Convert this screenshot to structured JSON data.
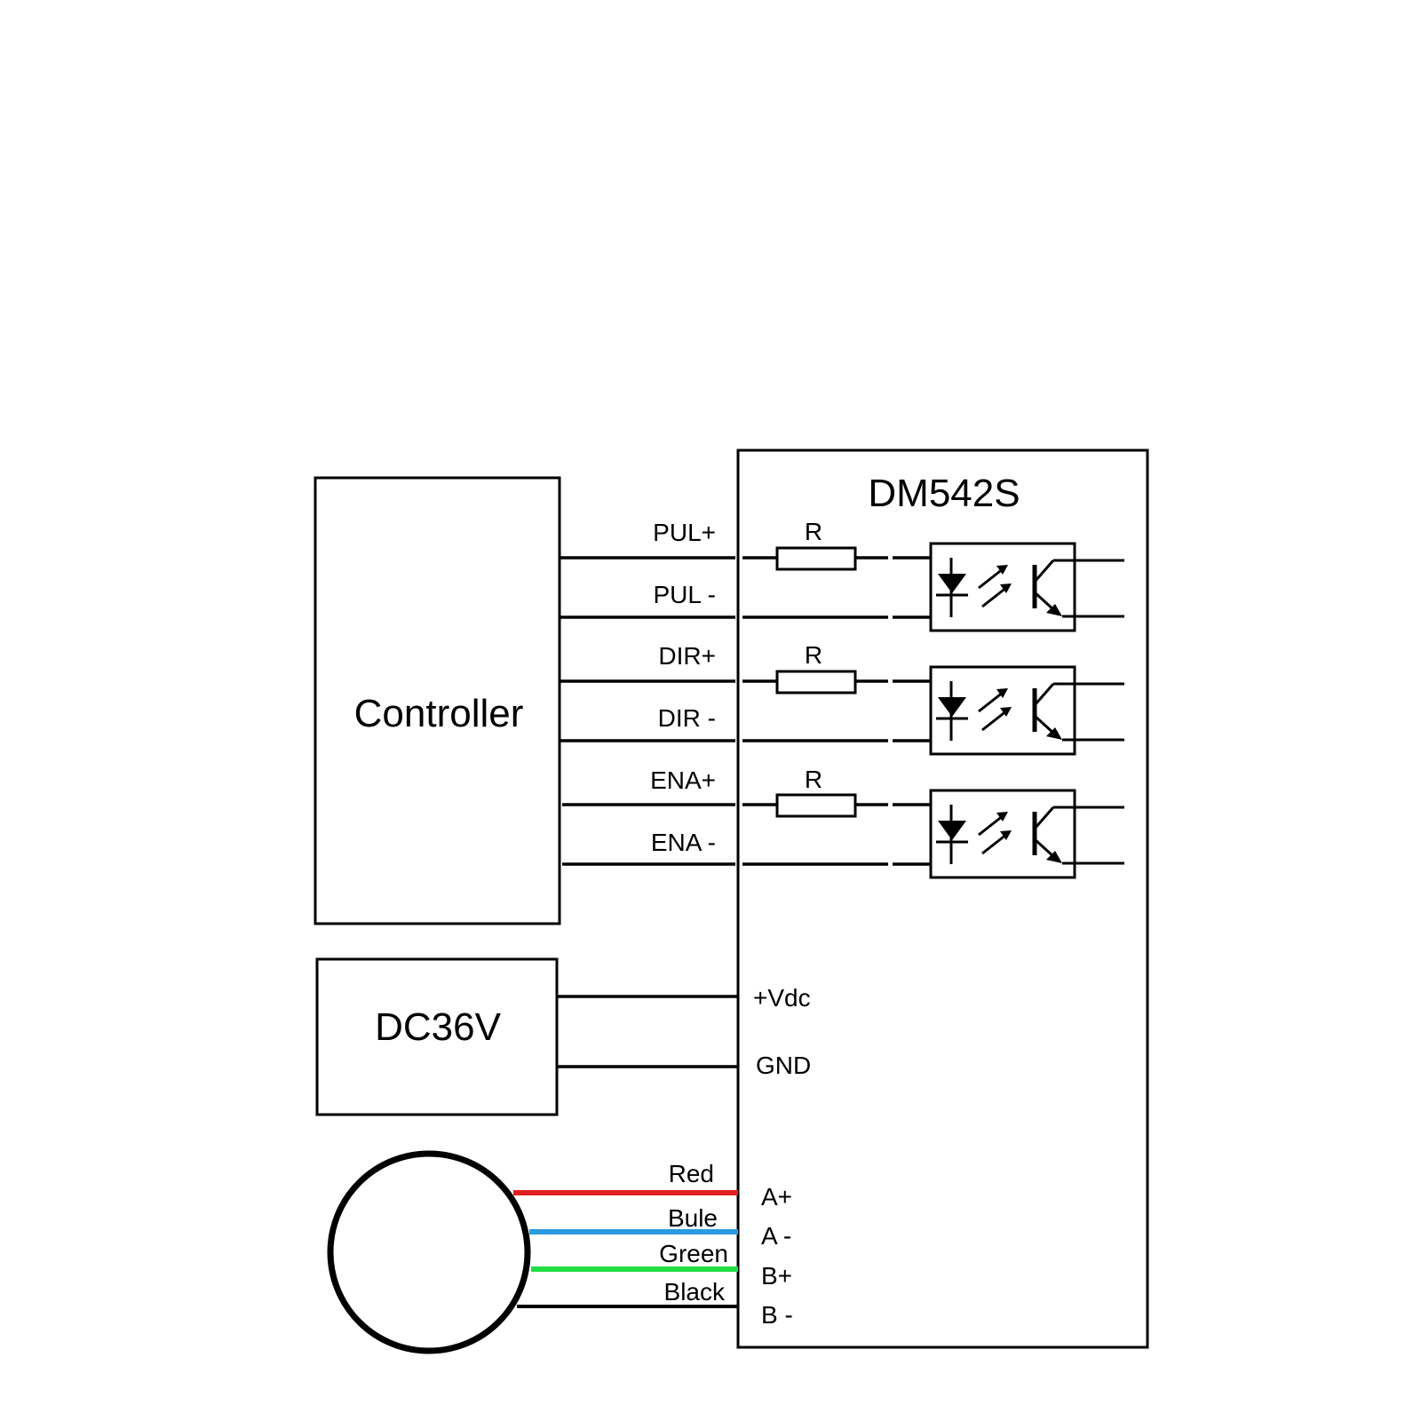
{
  "controller_label": "Controller",
  "power_label": "DC36V",
  "driver_label": "DM542S",
  "resistor_label": "R",
  "signals": [
    {
      "plus": "PUL+",
      "minus": "PUL -"
    },
    {
      "plus": "DIR+",
      "minus": "DIR -"
    },
    {
      "plus": "ENA+",
      "minus": "ENA -"
    }
  ],
  "power_terminals": {
    "plus": "+Vdc",
    "gnd": "GND"
  },
  "motor_wires": [
    {
      "name": "Red",
      "terminal": "A+",
      "color": "#e02020"
    },
    {
      "name": "Bule",
      "terminal": "A -",
      "color": "#2a9be0"
    },
    {
      "name": "Green",
      "terminal": "B+",
      "color": "#22dd44"
    },
    {
      "name": "Black",
      "terminal": "B -",
      "color": "#000000"
    }
  ]
}
